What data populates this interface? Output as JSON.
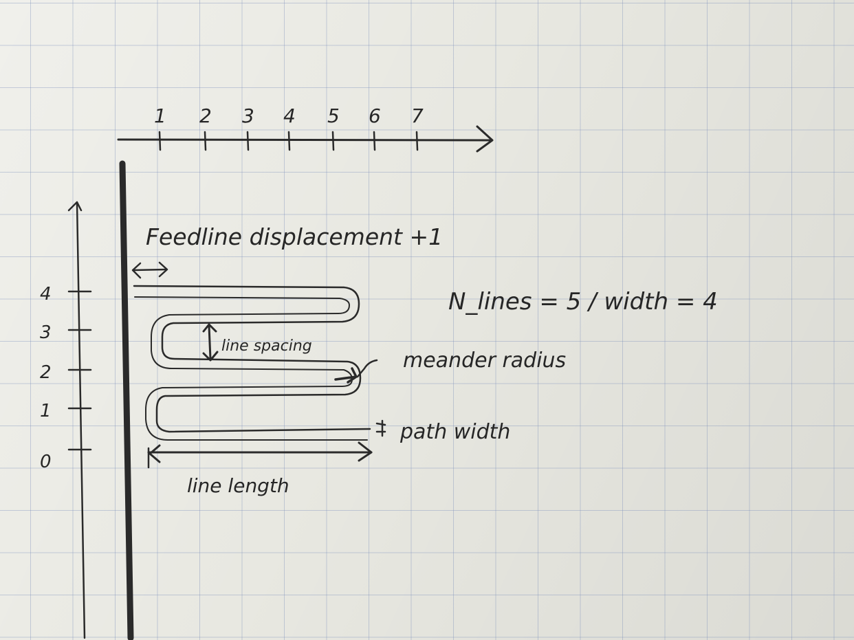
{
  "diagram": {
    "x_axis_ticks": [
      "1",
      "2",
      "3",
      "4",
      "5",
      "6",
      "7"
    ],
    "y_axis_ticks": [
      "0",
      "1",
      "2",
      "3",
      "4"
    ],
    "labels": {
      "feedline_displacement": "Feedline displacement +1",
      "n_lines": "N_lines = 5 / width = 4",
      "line_spacing": "line spacing",
      "meander_radius": "meander radius",
      "path_width": "path width",
      "line_length": "line length"
    },
    "ink_color": "#2a2a2a",
    "paper_color": "#e8e8e1",
    "grid_color": "#8c9cc0"
  }
}
